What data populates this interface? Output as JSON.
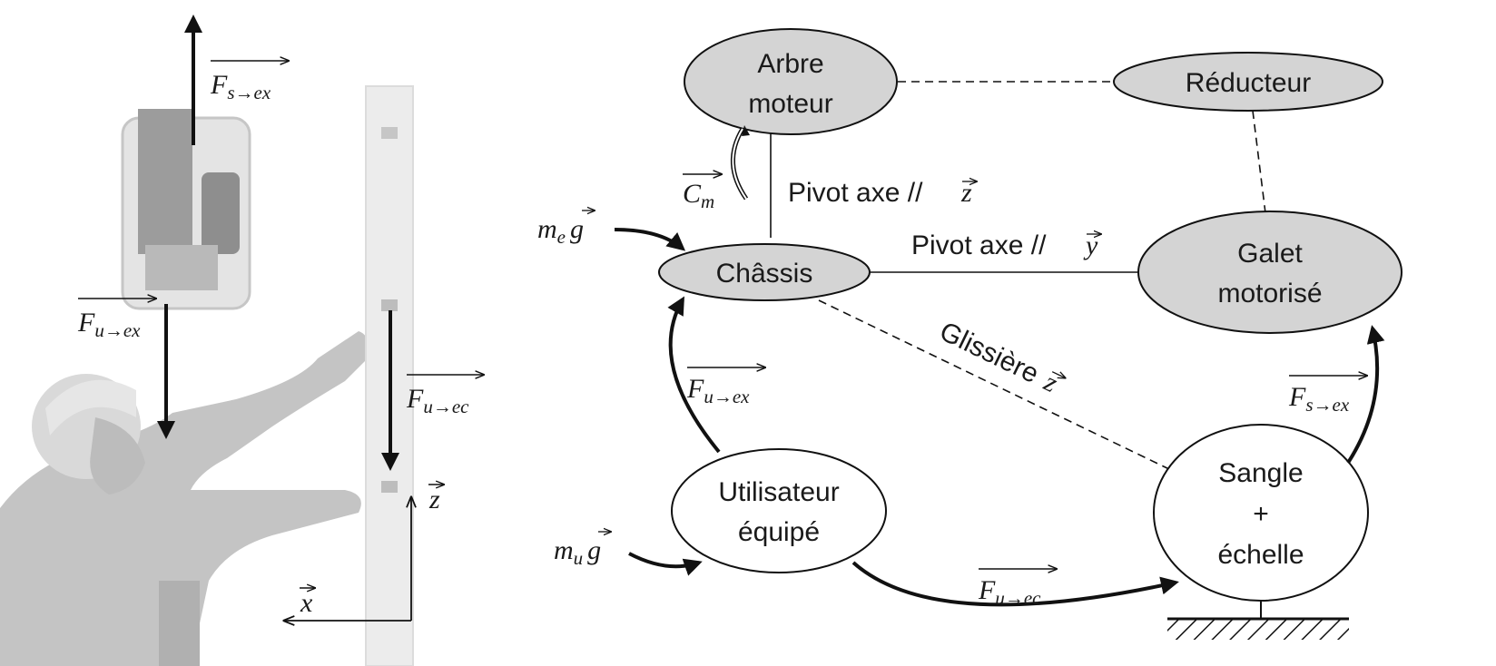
{
  "photo": {
    "forces": {
      "f_s_ex": {
        "main": "F",
        "sub": "s→ex"
      },
      "f_u_ex": {
        "main": "F",
        "sub": "u→ex"
      },
      "f_u_ec": {
        "main": "F",
        "sub": "u→ec"
      }
    },
    "axes": {
      "z": "z",
      "x": "x"
    }
  },
  "nodes": {
    "arbre_moteur": [
      "Arbre",
      "moteur"
    ],
    "reducteur": [
      "Réducteur"
    ],
    "chassis": [
      "Châssis"
    ],
    "galet_motorise": [
      "Galet",
      "motorisé"
    ],
    "utilisateur": [
      "Utilisateur",
      "équipé"
    ],
    "sangle": [
      "Sangle",
      "+",
      "échelle"
    ]
  },
  "links": {
    "pivot_z": {
      "text": "Pivot axe //",
      "vec": "z"
    },
    "pivot_y": {
      "text": "Pivot axe //",
      "vec": "y"
    },
    "glissiere": {
      "text": "Glissière",
      "vec": "z"
    }
  },
  "actions": {
    "cm": {
      "main": "C",
      "sub": "m"
    },
    "me_g": {
      "main": "m",
      "sub": "e",
      "vec": "g"
    },
    "mu_g": {
      "main": "m",
      "sub": "u",
      "vec": "g"
    },
    "f_u_ex": {
      "main": "F",
      "sub": "u→ex"
    },
    "f_s_ex": {
      "main": "F",
      "sub": "s→ex"
    },
    "f_u_ec": {
      "main": "F",
      "sub": "u→ec"
    }
  },
  "colors": {
    "solid_fill": "#d4d4d4",
    "photo_tone": "#c8c8c8",
    "stroke": "#111111"
  }
}
